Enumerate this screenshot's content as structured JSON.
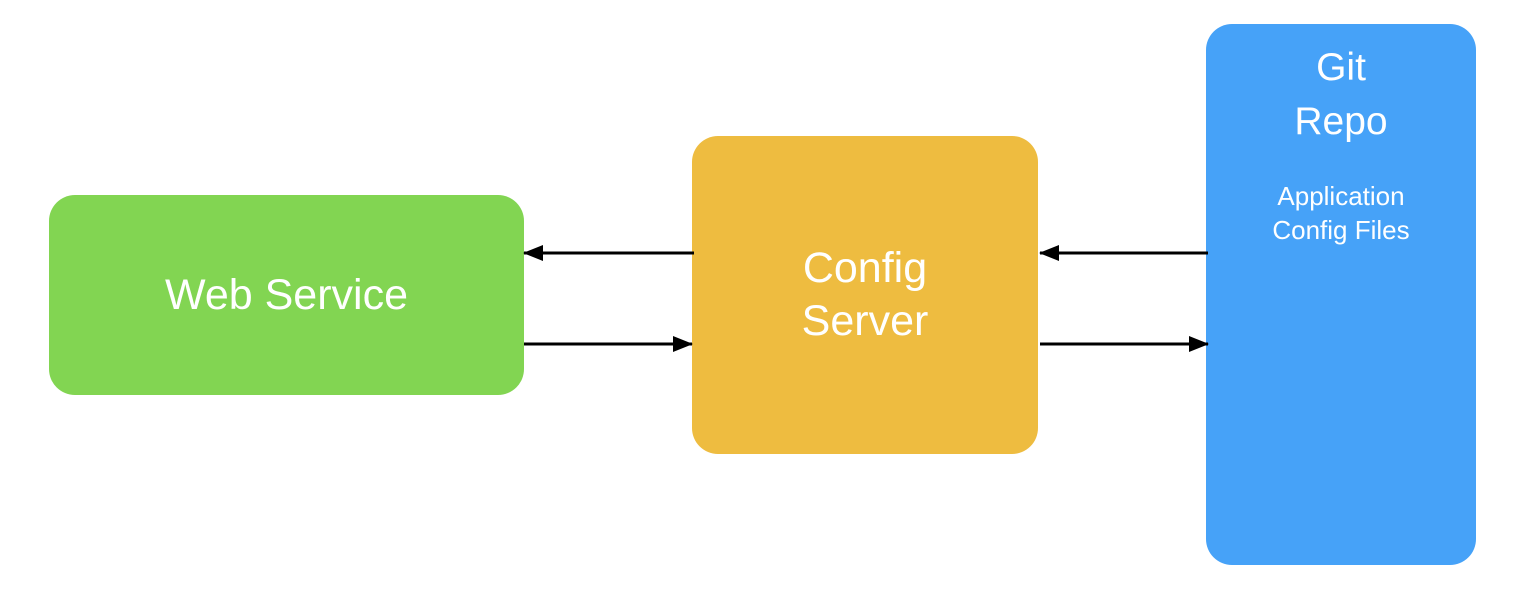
{
  "nodes": {
    "web_service": {
      "label": "Web Service",
      "color": "#82d552"
    },
    "config_server": {
      "lines": [
        "Config",
        "Server"
      ],
      "color": "#eebc40"
    },
    "git_repo": {
      "title_lines": [
        "Git",
        "Repo"
      ],
      "subtitle_lines": [
        "Application",
        "Config Files"
      ],
      "color": "#46a2f8"
    }
  },
  "edges": [
    {
      "from": "config_server",
      "to": "web_service"
    },
    {
      "from": "web_service",
      "to": "config_server"
    },
    {
      "from": "git_repo",
      "to": "config_server"
    },
    {
      "from": "config_server",
      "to": "git_repo"
    }
  ],
  "edge_color": "#000000"
}
